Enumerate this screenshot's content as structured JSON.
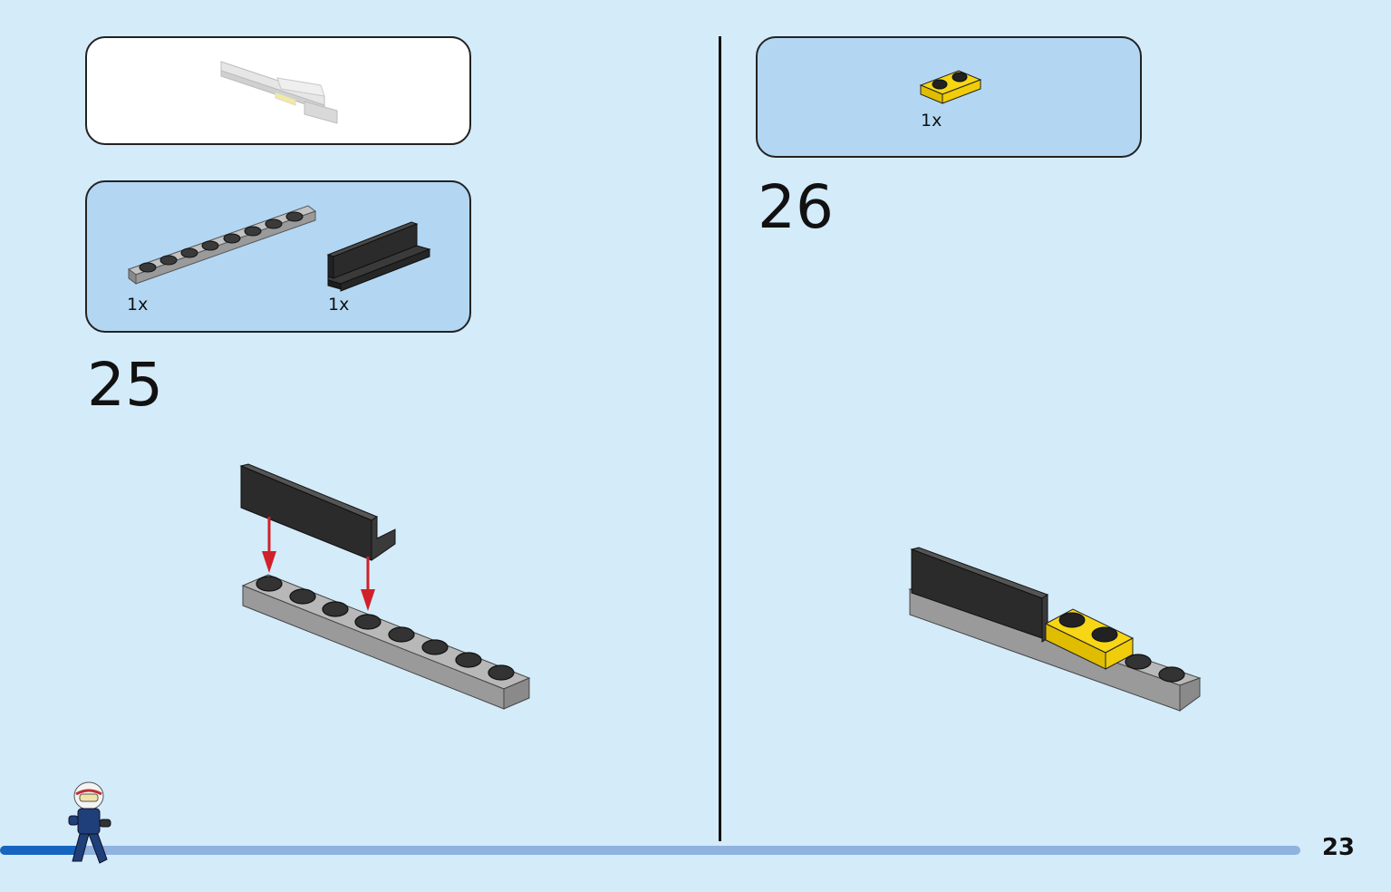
{
  "left_page": {
    "step": {
      "number": "25",
      "parts": [
        {
          "qty": "1x",
          "part": "grey-1x8-plate"
        },
        {
          "qty": "1x",
          "part": "black-panel"
        }
      ]
    }
  },
  "right_page": {
    "step": {
      "number": "26",
      "parts": [
        {
          "qty": "1x",
          "part": "yellow-1x2-plate"
        }
      ]
    }
  },
  "footer": {
    "page_number": "23",
    "progress": 0.06
  },
  "colors": {
    "background": "#d4ebfa",
    "parts_panel": "#b3d7f3",
    "grey_plate": "#a3a3a3",
    "black_panel": "#2b2b2b",
    "yellow_plate": "#f6d615",
    "arrow_red": "#d0202a",
    "progress_fill": "#1565c0",
    "progress_track": "#8fb2de"
  }
}
